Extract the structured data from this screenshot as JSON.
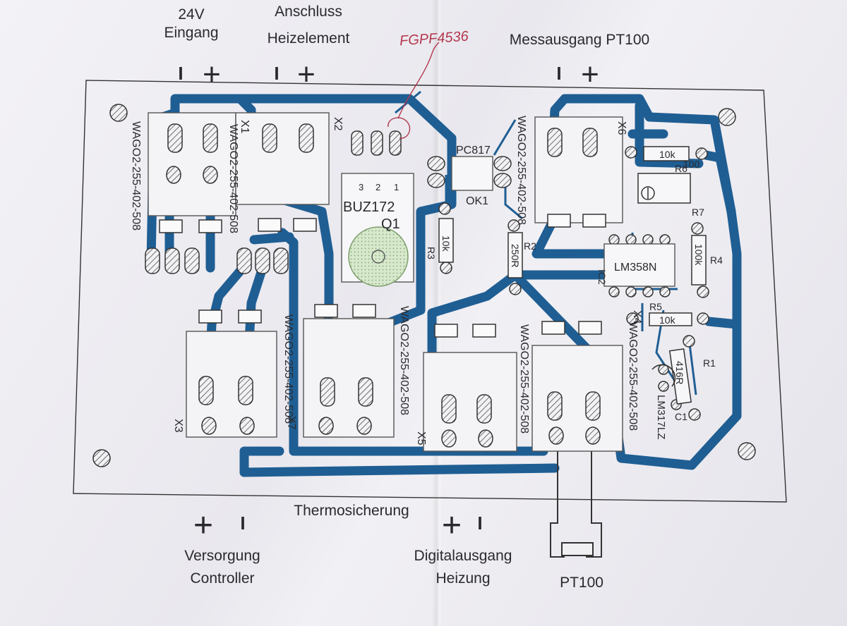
{
  "top_labels": {
    "eingang_line1": "24V",
    "eingang_line2": "Eingang",
    "heiz_line1": "Anschluss",
    "heiz_line2": "Heizelement",
    "mess": "Messausgang PT100"
  },
  "bottom_labels": {
    "versorgung_line1": "Versorgung",
    "versorgung_line2": "Controller",
    "thermo": "Thermosicherung",
    "digital_line1": "Digitalausgang",
    "digital_line2": "Heizung",
    "pt100": "PT100"
  },
  "polarity": {
    "minus": "I",
    "plus": "+"
  },
  "handwritten_note": "FGPF4536",
  "connector_part": "WAGO2-255-402-508",
  "connectors": {
    "x1": "X1",
    "x2": "X2",
    "x3": "X3",
    "x4": "X4",
    "x5": "X5",
    "x6": "X6",
    "x7": "X7"
  },
  "q1": {
    "part": "BUZ172",
    "ref": "Q1",
    "pins": [
      "3",
      "2",
      "1"
    ]
  },
  "ok1": {
    "part": "PC817",
    "ref": "OK1"
  },
  "ic2": {
    "part": "LM358N",
    "ref": "IC2"
  },
  "regulator": "LM317LZ",
  "resistors": {
    "r1": {
      "ref": "R1",
      "value": "416R"
    },
    "r2": {
      "ref": "R2",
      "value": "250R"
    },
    "r3": {
      "ref": "R3",
      "value": "10k"
    },
    "r4": {
      "ref": "R4",
      "value": "100k"
    },
    "r5": {
      "ref": "R5",
      "value": "10k"
    },
    "r6": {
      "ref": "R6",
      "value": "10k"
    },
    "r7": {
      "ref": "R7"
    },
    "r8": {
      "value": "100"
    },
    "c1": {
      "ref": "C1"
    }
  },
  "colors": {
    "trace": "#1f5e93",
    "ink": "#2a2a2e",
    "handwriting": "#b3394f",
    "green": "#cfe3c4"
  }
}
